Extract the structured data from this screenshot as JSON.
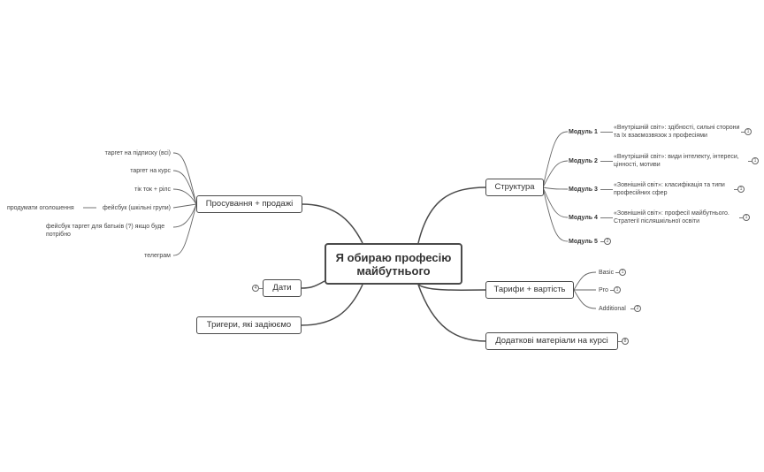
{
  "central": {
    "title": "Я обираю професію майбутнього"
  },
  "topics": {
    "structure": {
      "label": "Структура"
    },
    "tariffs": {
      "label": "Тарифи + вартість"
    },
    "materials": {
      "label": "Додаткові матеріали на курсі",
      "badge": "8"
    },
    "promotion": {
      "label": "Просування + продажі"
    },
    "dates": {
      "label": "Дати",
      "badge": "4"
    },
    "triggers": {
      "label": "Тригери, які задіюємо"
    }
  },
  "modules": [
    {
      "label": "Модуль 1",
      "desc": "«Внутрішній світ»: здібності, сильні сторони та їх взаємозвязок з професіями",
      "badge": "1"
    },
    {
      "label": "Модуль 2",
      "desc": "«Внутрішній світ»: види інтелекту, інтереси, цінності, мотиви",
      "badge": "1"
    },
    {
      "label": "Модуль 3",
      "desc": "«Зовнішній світ»: класифікація та типи професійних сфер",
      "badge": "1"
    },
    {
      "label": "Модуль 4",
      "desc": "«Зовнішній світ»: професії майбутнього. Стратегії післяшкільної освіти",
      "badge": "1"
    },
    {
      "label": "Модуль 5",
      "desc": "",
      "badge": "2"
    }
  ],
  "tariffs": [
    {
      "label": "Basic",
      "badge": "1"
    },
    {
      "label": "Pro",
      "badge": "1"
    },
    {
      "label": "Additional",
      "badge": "2"
    }
  ],
  "promotion_items": [
    {
      "label": "таргет на підписку (всі)"
    },
    {
      "label": "таргет на курс"
    },
    {
      "label": "тік ток + рілс"
    },
    {
      "label": "фейсбук (шкільні групи)"
    },
    {
      "label": "фейсбук таргет для батьків (?) якщо буде потрібно"
    },
    {
      "label": "телеграм"
    }
  ],
  "promotion_extra": {
    "label": "продумати оголошення"
  }
}
